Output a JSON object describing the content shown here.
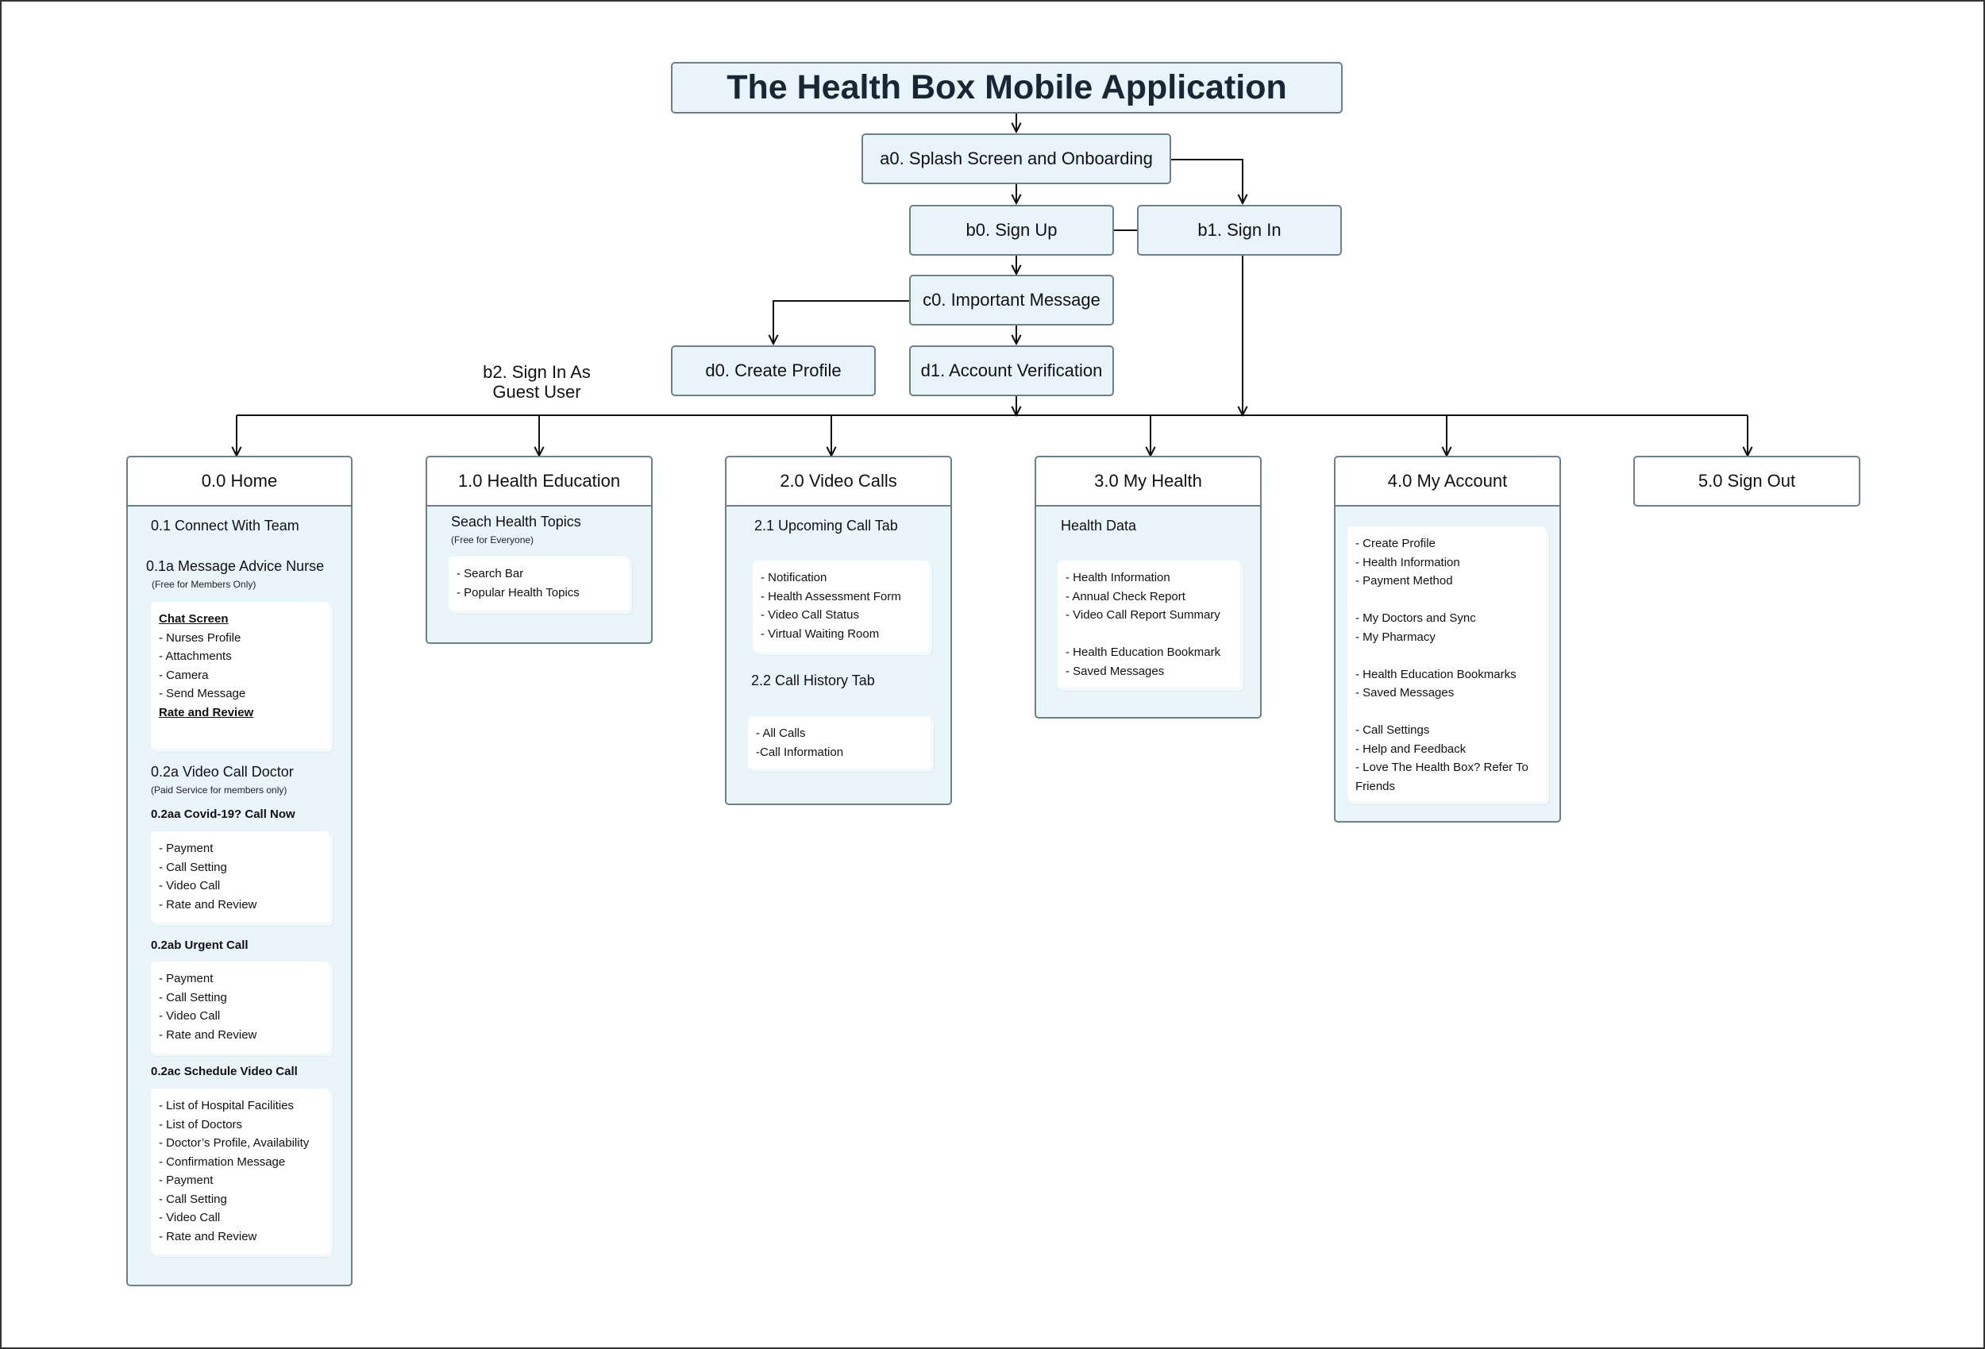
{
  "title": "The Health Box Mobile Application",
  "nodes": {
    "splash": "a0. Splash Screen and Onboarding",
    "sign_up": "b0. Sign Up",
    "sign_in": "b1. Sign In",
    "guest": "b2. Sign In As\nGuest User",
    "important": "c0. Important Message",
    "create_profile": "d0. Create Profile",
    "verification": "d1. Account Verification"
  },
  "sections": {
    "home": {
      "title": "0.0 Home",
      "connect": "0.1 Connect With Team",
      "message_nurse": "0.1a Message Advice Nurse",
      "message_note": "(Free for Members Only)",
      "chat_screen": "Chat Screen",
      "chat_items": [
        "- Nurses Profile",
        "- Attachments",
        "- Camera",
        "- Send Message"
      ],
      "rate_review": "Rate and Review",
      "video_doctor": "0.2a Video Call Doctor",
      "video_note": "(Paid Service for members only)",
      "covid": "0.2aa Covid-19? Call Now",
      "covid_items": [
        "- Payment",
        "- Call Setting",
        "- Video Call",
        "- Rate and Review"
      ],
      "urgent": "0.2ab Urgent Call",
      "urgent_items": [
        "- Payment",
        "- Call Setting",
        "- Video Call",
        "- Rate and Review"
      ],
      "schedule": "0.2ac Schedule Video Call",
      "schedule_items": [
        "- List of Hospital Facilities",
        "- List of Doctors",
        "- Doctor’s Profile, Availability",
        "- Confirmation Message",
        "- Payment",
        "- Call Setting",
        "- Video Call",
        "- Rate and Review"
      ]
    },
    "education": {
      "title": "1.0 Health Education",
      "search": "Seach Health Topics",
      "search_note": "(Free for Everyone)",
      "items": [
        "- Search Bar",
        "- Popular Health Topics"
      ]
    },
    "video": {
      "title": "2.0  Video Calls",
      "upcoming": "2.1 Upcoming Call Tab",
      "upcoming_items": [
        "- Notification",
        "- Health Assessment Form",
        "- Video Call Status",
        "- Virtual Waiting Room"
      ],
      "history": "2.2 Call History Tab",
      "history_items": [
        "- All Calls",
        "-Call Information"
      ]
    },
    "health": {
      "title": "3.0 My Health",
      "data": "Health Data",
      "items": [
        "- Health Information",
        "- Annual Check Report",
        "- Video Call Report Summary",
        "",
        "- Health Education Bookmark",
        "- Saved Messages"
      ]
    },
    "account": {
      "title": "4.0 My Account",
      "items": [
        "- Create Profile",
        "- Health Information",
        "- Payment Method",
        "",
        "- My Doctors and Sync",
        "- My Pharmacy",
        "",
        "- Health Education Bookmarks",
        "- Saved Messages",
        "",
        "- Call Settings",
        "- Help and Feedback",
        "- Love The Health Box?  Refer To Friends"
      ]
    },
    "signout": {
      "title": "5.0 Sign Out"
    }
  },
  "colors": {
    "box_fill": "#e8f4f9",
    "border": "#6f7f88",
    "title_text": "#1a2535",
    "line": "#111111"
  }
}
